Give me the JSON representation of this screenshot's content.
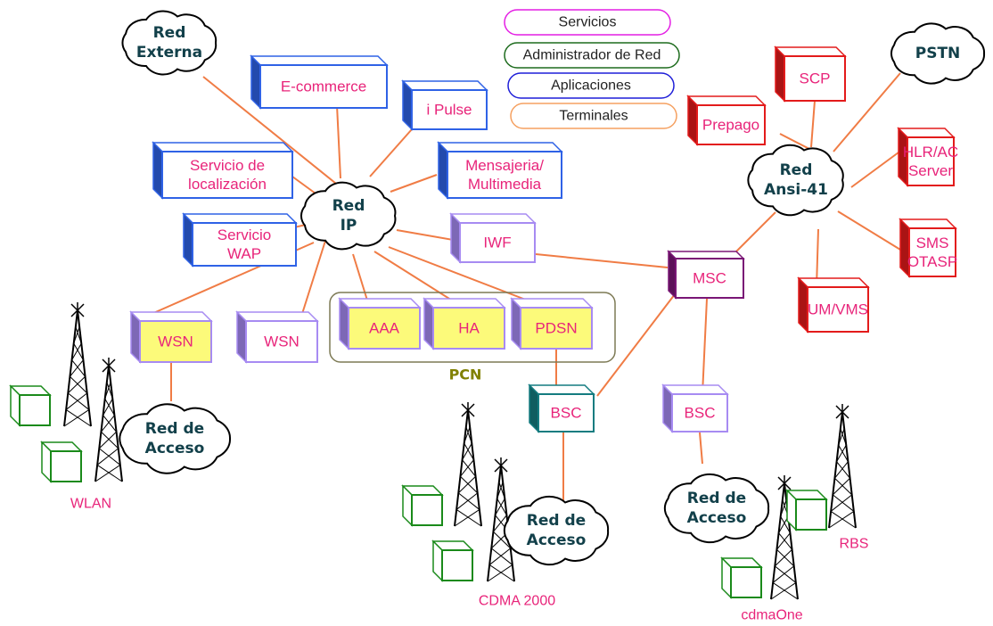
{
  "legend": {
    "servicios": "Servicios",
    "administrador": "Administrador de Red",
    "aplicaciones": "Aplicaciones",
    "terminales": "Terminales"
  },
  "clouds": {
    "red_externa": [
      "Red",
      "Externa"
    ],
    "red_ip": [
      "Red",
      "IP"
    ],
    "pstn": [
      "PSTN"
    ],
    "red_ansi": [
      "Red",
      "Ansi-41"
    ],
    "acceso_wlan": [
      "Red de",
      "Acceso"
    ],
    "acceso_cdma2000": [
      "Red de",
      "Acceso"
    ],
    "acceso_cdmaone": [
      "Red de",
      "Acceso"
    ]
  },
  "boxes": {
    "ecommerce": [
      "E-commerce"
    ],
    "ipulse": [
      "i Pulse"
    ],
    "localizacion": [
      "Servicio de",
      "localización"
    ],
    "mensajeria": [
      "Mensajeria/",
      "Multimedia"
    ],
    "wap": [
      "Servicio",
      "WAP"
    ],
    "iwf": [
      "IWF"
    ],
    "msc": [
      "MSC"
    ],
    "wsn1": [
      "WSN"
    ],
    "wsn2": [
      "WSN"
    ],
    "aaa": [
      "AAA"
    ],
    "ha": [
      "HA"
    ],
    "pdsn": [
      "PDSN"
    ],
    "bsc_cdma2000": [
      "BSC"
    ],
    "bsc_cdmaone": [
      "BSC"
    ],
    "scp": [
      "SCP"
    ],
    "prepago": [
      "Prepago"
    ],
    "hlr": [
      "HLR/AC",
      "Server"
    ],
    "sms": [
      "SMS",
      "OTASP"
    ],
    "umvms": [
      "UM/VMS"
    ]
  },
  "groups": {
    "pcn": "PCN"
  },
  "sites": {
    "wlan": "WLAN",
    "cdma2000": "CDMA 2000",
    "rbs": "RBS",
    "cdmaone": "cdmaOne"
  },
  "colors": {
    "link": "#f07c45",
    "blue_box": "#2f62e6",
    "purple_box": "#a78bf2",
    "red_box": "#e31b1b",
    "msc_box": "#7a1676",
    "teal_box": "#147c80",
    "green_terminal": "#1a8a1a",
    "yellow_fill": "#fcfa7a",
    "legend_servicios": "#e41fe4",
    "legend_admin": "#1d6b1d",
    "legend_aplicaciones": "#1f1fd8",
    "legend_terminales": "#f5a060",
    "pcn_border": "#7d7a55"
  }
}
